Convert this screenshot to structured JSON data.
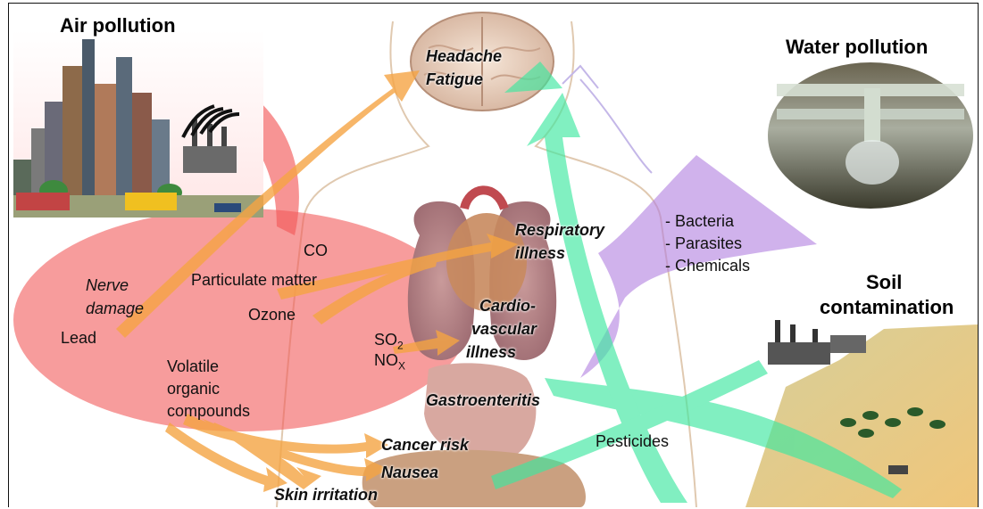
{
  "titles": {
    "air": "Air pollution",
    "water": "Water pollution",
    "soil_line1": "Soil",
    "soil_line2": "contamination"
  },
  "illnesses": {
    "headache": "Headache",
    "fatigue": "Fatigue",
    "respiratory_1": "Respiratory",
    "respiratory_2": "illness",
    "cardio_1": "Cardio-",
    "cardio_2": "vascular",
    "cardio_3": "illness",
    "gastro": "Gastroenteritis",
    "cancer": "Cancer risk",
    "nausea": "Nausea",
    "skin": "Skin irritation",
    "nerve_1": "Nerve",
    "nerve_2": "damage"
  },
  "air_pollutants": {
    "co": "CO",
    "pm": "Particulate matter",
    "ozone": "Ozone",
    "lead": "Lead",
    "so2_base": "SO",
    "so2_sub": "2",
    "nox_base": "NO",
    "nox_sub": "X",
    "voc_1": "Volatile",
    "voc_2": "organic",
    "voc_3": "compounds"
  },
  "water_pollutants": [
    "- Bacteria",
    "- Parasites",
    "- Chemicals"
  ],
  "soil_pollutants": {
    "pesticides": "Pesticides"
  },
  "colors": {
    "air_red": "#f25a5a",
    "orange_arrow": "#f5a443",
    "water_violet": "#b07fe0",
    "soil_green": "#3ee8a0",
    "organ_pink": "#d9a0a0"
  }
}
